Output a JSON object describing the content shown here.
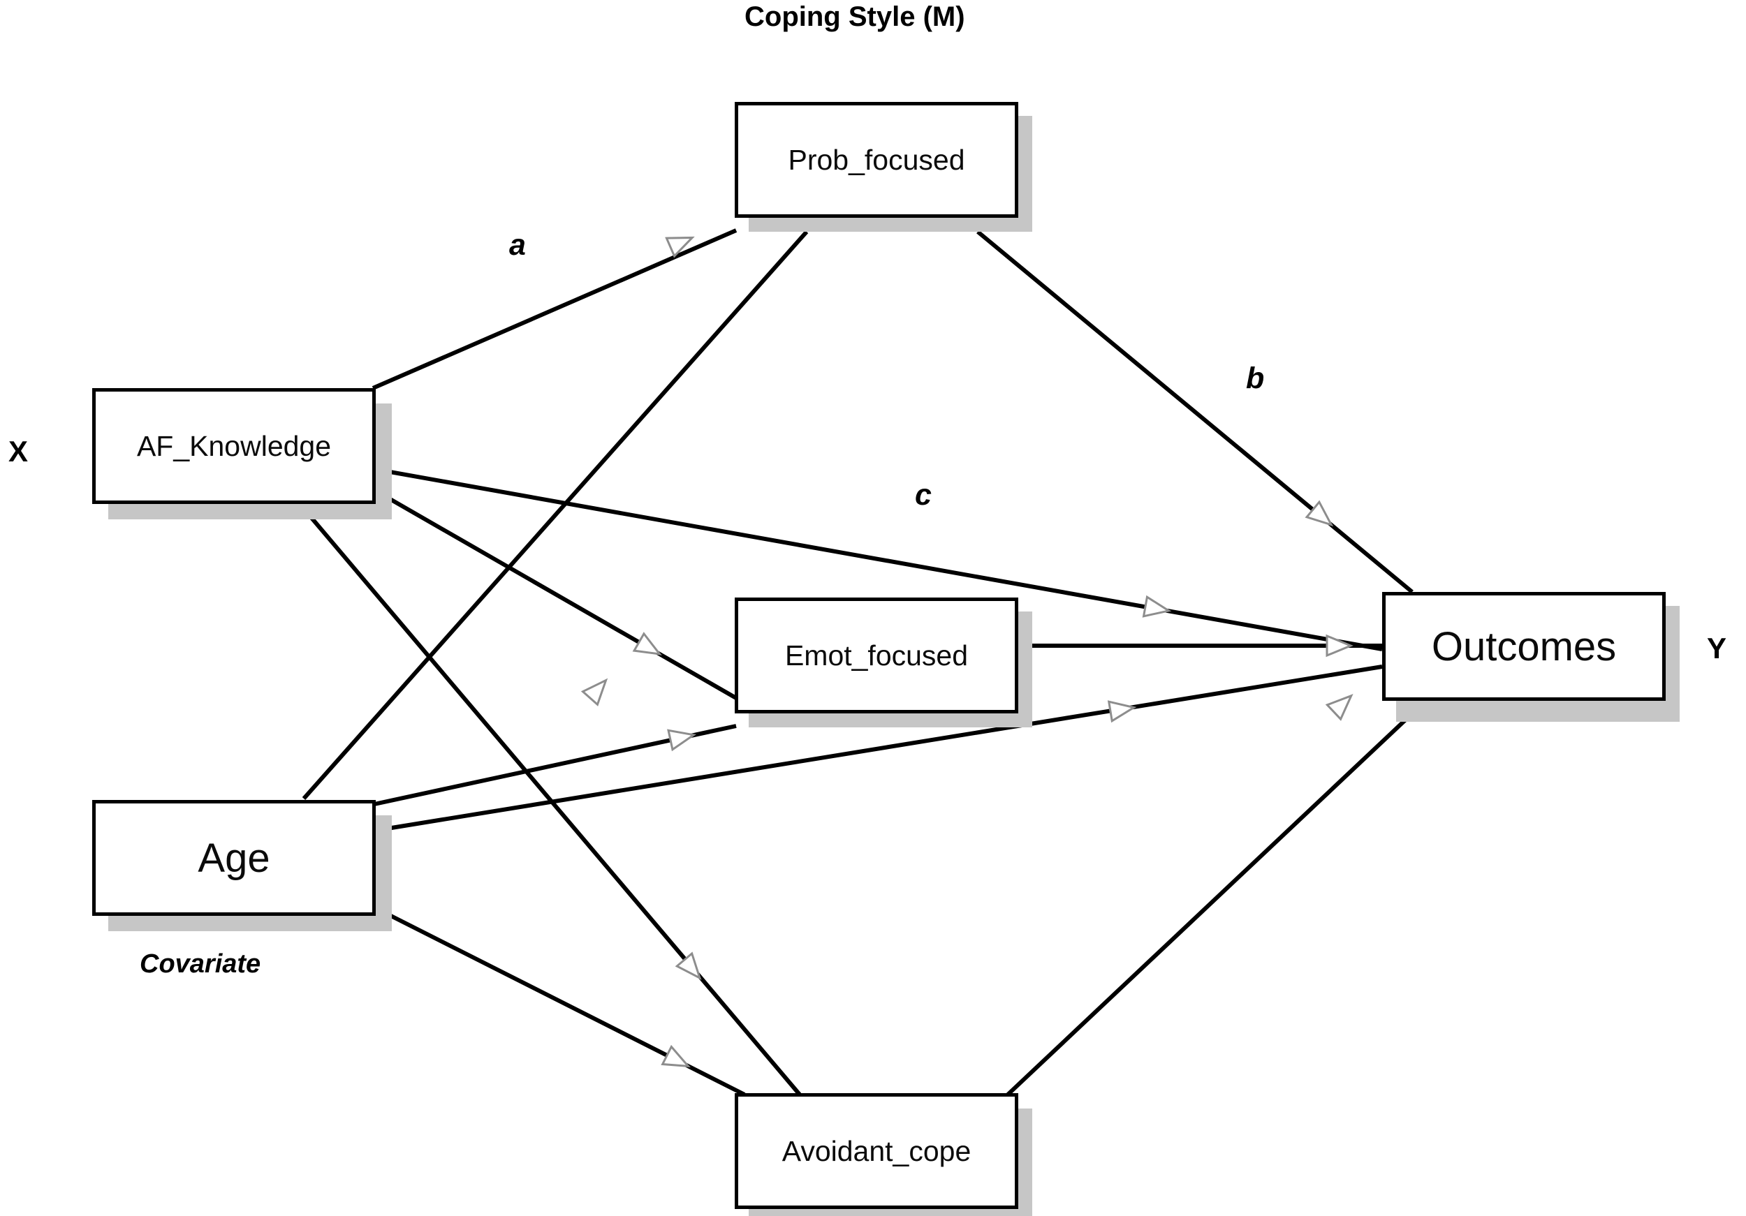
{
  "diagram": {
    "type": "path-mediation-model",
    "title": "Coping Style (M)",
    "background": "#ffffff",
    "line_color": "#000000",
    "box_border_color": "#000000",
    "box_fill": "#ffffff",
    "shadow_color": "#c6c6c6"
  },
  "nodes": {
    "af_knowledge": {
      "label": "AF_Knowledge",
      "role": "X"
    },
    "age": {
      "label": "Age",
      "role": "Covariate"
    },
    "prob_focused": {
      "label": "Prob_focused",
      "role": "M"
    },
    "emot_focused": {
      "label": "Emot_focused",
      "role": "M"
    },
    "avoidant_cope": {
      "label": "Avoidant_cope",
      "role": "M"
    },
    "outcomes": {
      "label": "Outcomes",
      "role": "Y"
    }
  },
  "annotations": {
    "title": "Coping Style (M)",
    "x_label": "X",
    "y_label": "Y",
    "covariate_label": "Covariate",
    "path_a": "a",
    "path_b": "b",
    "path_c": "c"
  },
  "edges": [
    {
      "id": "a",
      "from": "af_knowledge",
      "to": "prob_focused",
      "label": "a"
    },
    {
      "id": "a2",
      "from": "af_knowledge",
      "to": "emot_focused",
      "label": ""
    },
    {
      "id": "a3",
      "from": "af_knowledge",
      "to": "avoidant_cope",
      "label": ""
    },
    {
      "id": "c",
      "from": "af_knowledge",
      "to": "outcomes",
      "label": "c"
    },
    {
      "id": "b",
      "from": "prob_focused",
      "to": "outcomes",
      "label": "b"
    },
    {
      "id": "b2",
      "from": "emot_focused",
      "to": "outcomes",
      "label": ""
    },
    {
      "id": "b3",
      "from": "avoidant_cope",
      "to": "outcomes",
      "label": ""
    },
    {
      "id": "cov1",
      "from": "age",
      "to": "prob_focused",
      "label": ""
    },
    {
      "id": "cov2",
      "from": "age",
      "to": "emot_focused",
      "label": ""
    },
    {
      "id": "cov3",
      "from": "age",
      "to": "avoidant_cope",
      "label": ""
    },
    {
      "id": "cov4",
      "from": "age",
      "to": "outcomes",
      "label": ""
    }
  ]
}
